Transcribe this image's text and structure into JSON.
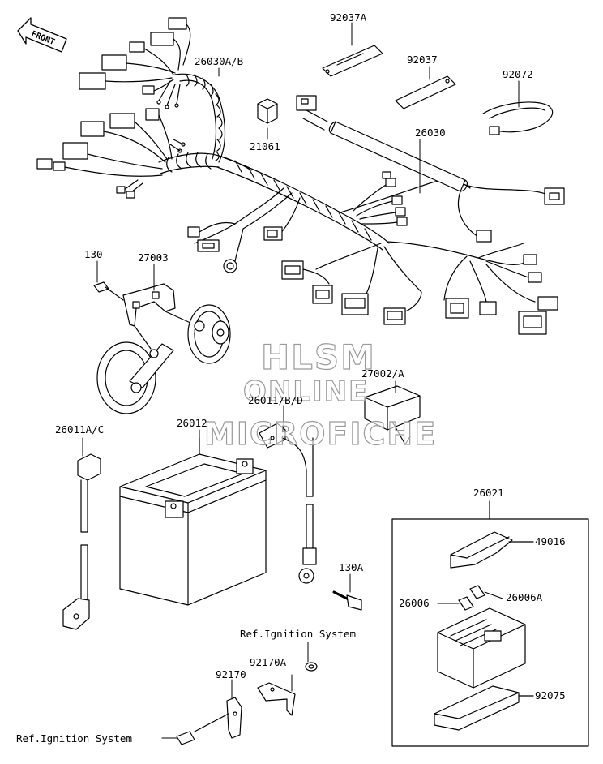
{
  "watermark": {
    "line1": "HLSM",
    "line2": "ONLINE",
    "line3": "MICROFICHE"
  },
  "direction_label": "FRONT",
  "parts": {
    "p_92037a": "92037A",
    "p_92037": "92037",
    "p_92072": "92072",
    "p_26030ab": "26030A/B",
    "p_21061": "21061",
    "p_26030": "26030",
    "p_130": "130",
    "p_27003": "27003",
    "p_27002a": "27002/A",
    "p_26011bd": "26011/B/D",
    "p_26011ac": "26011A/C",
    "p_26012": "26012",
    "p_26021": "26021",
    "p_49016": "49016",
    "p_26006": "26006",
    "p_26006a": "26006A",
    "p_130a": "130A",
    "p_92170a": "92170A",
    "p_92170": "92170",
    "p_92075": "92075"
  },
  "references": {
    "ref_top": "Ref.Ignition System",
    "ref_bottom": "Ref.Ignition System"
  }
}
